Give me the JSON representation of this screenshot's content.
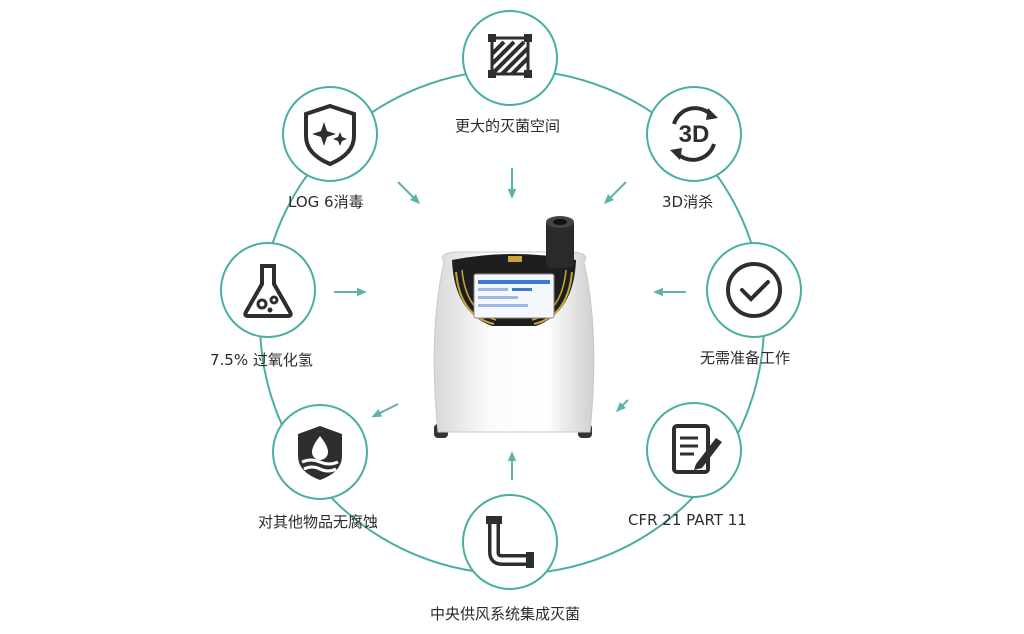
{
  "colors": {
    "ring": "#4aaea3",
    "arrow": "#5fb3ab",
    "icon": "#2e2e2e",
    "text": "#2b2b2b"
  },
  "center_device": {
    "icon": "sterilizer-machine-icon"
  },
  "features": [
    {
      "id": "larger-space",
      "label": "更大的灭菌空间",
      "icon": "hatched-square-icon"
    },
    {
      "id": "3d",
      "label": "3D消杀",
      "icon": "3d-rotate-icon"
    },
    {
      "id": "no-prep",
      "label": "无需准备工作",
      "icon": "check-circle-icon"
    },
    {
      "id": "cfr",
      "label": "CFR 21 PART 11",
      "icon": "document-sign-icon"
    },
    {
      "id": "central-air",
      "label": "中央供风系统集成灭菌",
      "icon": "pipe-elbow-icon"
    },
    {
      "id": "non-corrosive",
      "label": "对其他物品无腐蚀",
      "icon": "water-drop-shield-icon"
    },
    {
      "id": "h2o2",
      "label": "7.5% 过氧化氢",
      "icon": "flask-icon"
    },
    {
      "id": "log6",
      "label": "LOG 6消毒",
      "icon": "sparkle-shield-icon"
    }
  ]
}
